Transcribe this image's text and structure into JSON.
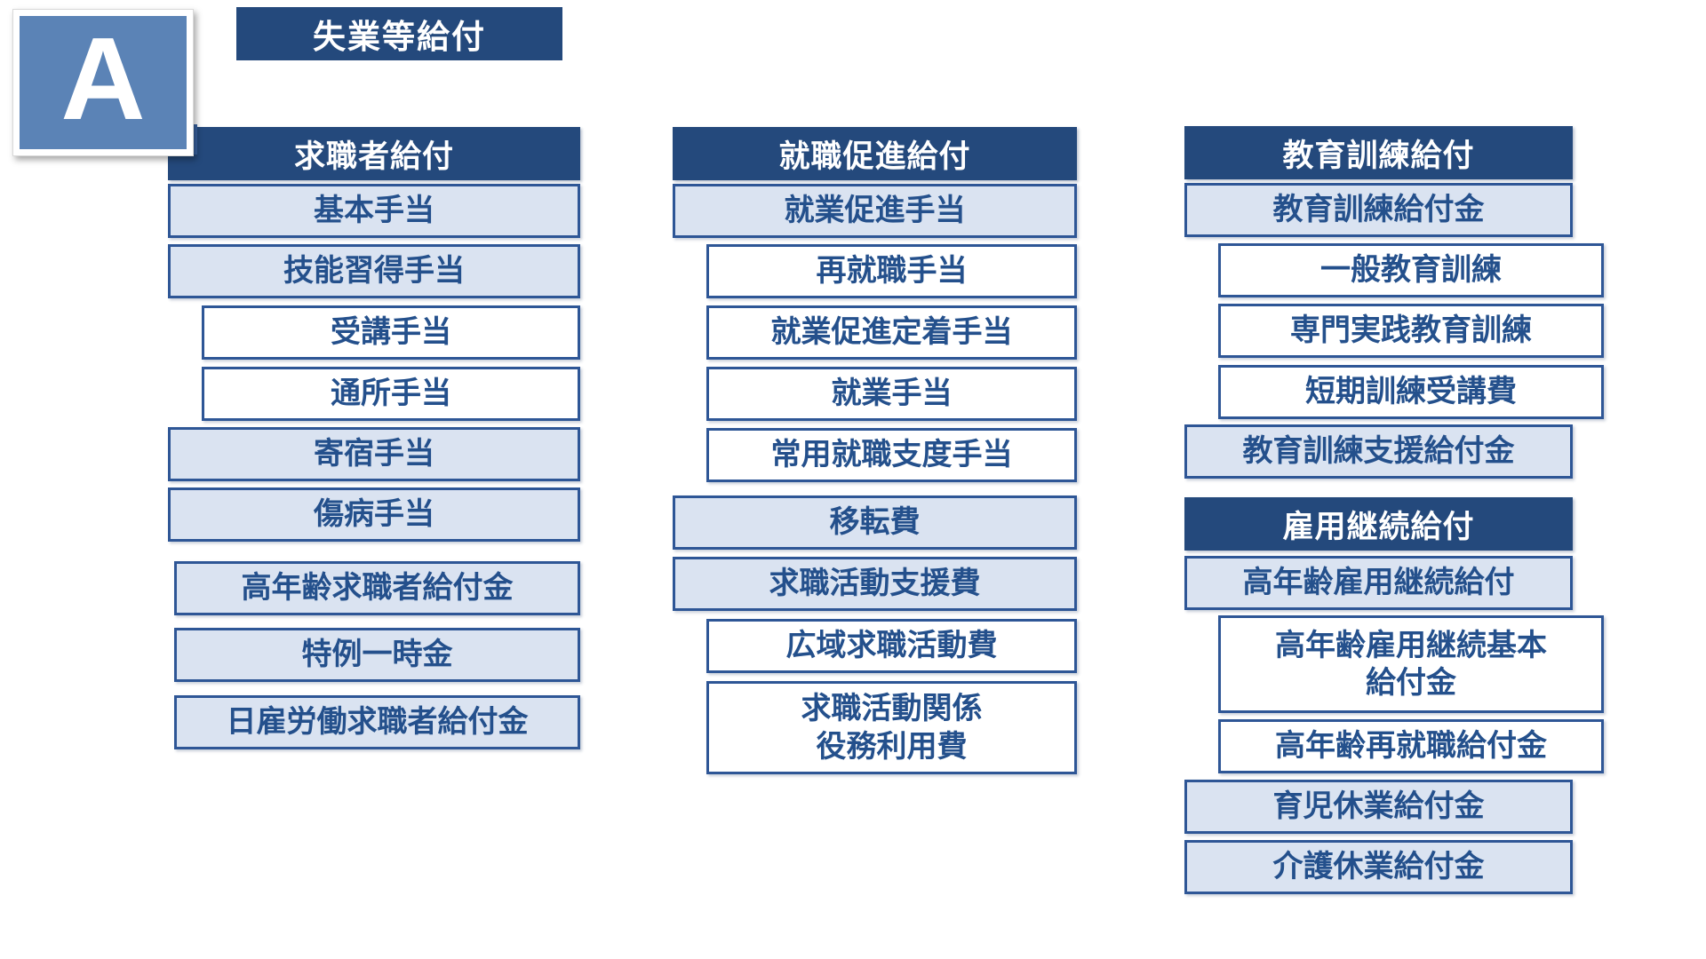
{
  "page": {
    "badge_letter": "A",
    "title": "失業等給付"
  },
  "colors": {
    "header_fill": "#24497c",
    "box_border": "#2e5696",
    "box_light_fill": "#dae3f1",
    "box_white_fill": "#ffffff",
    "box_text": "#24508c",
    "badge_fill": "#5b83b6",
    "accent_square": "#3a64a4"
  },
  "sections": [
    {
      "header": "求職者給付",
      "items": [
        {
          "label": "基本手当"
        },
        {
          "label": "技能習得手当"
        },
        {
          "label": "受講手当"
        },
        {
          "label": "通所手当"
        },
        {
          "label": "寄宿手当"
        },
        {
          "label": "傷病手当"
        },
        {
          "label": "高年齢求職者給付金"
        },
        {
          "label": "特例一時金"
        },
        {
          "label": "日雇労働求職者給付金"
        }
      ]
    },
    {
      "header": "就職促進給付",
      "items": [
        {
          "label": "就業促進手当"
        },
        {
          "label": "再就職手当"
        },
        {
          "label": "就業促進定着手当"
        },
        {
          "label": "就業手当"
        },
        {
          "label": "常用就職支度手当"
        },
        {
          "label": "移転費"
        },
        {
          "label": "求職活動支援費"
        },
        {
          "label": "広域求職活動費"
        },
        {
          "label": "求職活動関係\n役務利用費"
        }
      ]
    },
    {
      "header": "教育訓練給付",
      "items": [
        {
          "label": "教育訓練給付金"
        },
        {
          "label": "一般教育訓練"
        },
        {
          "label": "専門実践教育訓練"
        },
        {
          "label": "短期訓練受講費"
        },
        {
          "label": "教育訓練支援給付金"
        }
      ]
    },
    {
      "header": "雇用継続給付",
      "items": [
        {
          "label": "高年齢雇用継続給付"
        },
        {
          "label": "高年齢雇用継続基本\n給付金"
        },
        {
          "label": "高年齢再就職給付金"
        },
        {
          "label": "育児休業給付金"
        },
        {
          "label": "介護休業給付金"
        }
      ]
    }
  ]
}
